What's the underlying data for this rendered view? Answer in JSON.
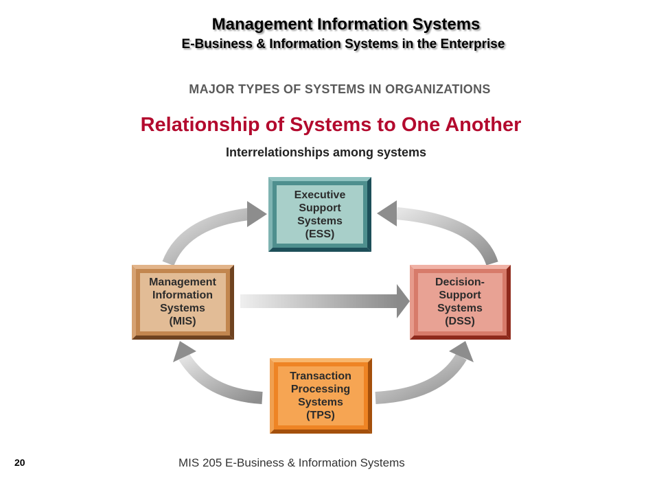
{
  "header": {
    "title": "Management Information Systems",
    "subtitle": "E-Business & Information Systems in the Enterprise"
  },
  "section_heading": "MAJOR TYPES OF SYSTEMS IN ORGANIZATIONS",
  "slide_title": "Relationship of Systems to One Another",
  "diagram": {
    "caption": "Interrelationships among systems",
    "nodes": {
      "ess": {
        "lines": [
          "Executive",
          "Support",
          "Systems",
          "(ESS)"
        ],
        "color": "#4e8f8e"
      },
      "mis": {
        "lines": [
          "Management",
          "Information",
          "Systems",
          "(MIS)"
        ],
        "color": "#c2864f"
      },
      "dss": {
        "lines": [
          "Decision-",
          "Support",
          "Systems",
          "(DSS)"
        ],
        "color": "#d77b6a"
      },
      "tps": {
        "lines": [
          "Transaction",
          "Processing",
          "Systems",
          "(TPS)"
        ],
        "color": "#ee8424"
      }
    }
  },
  "footer": {
    "slide_number": "20",
    "course": "MIS 205 E-Business & Information Systems"
  }
}
